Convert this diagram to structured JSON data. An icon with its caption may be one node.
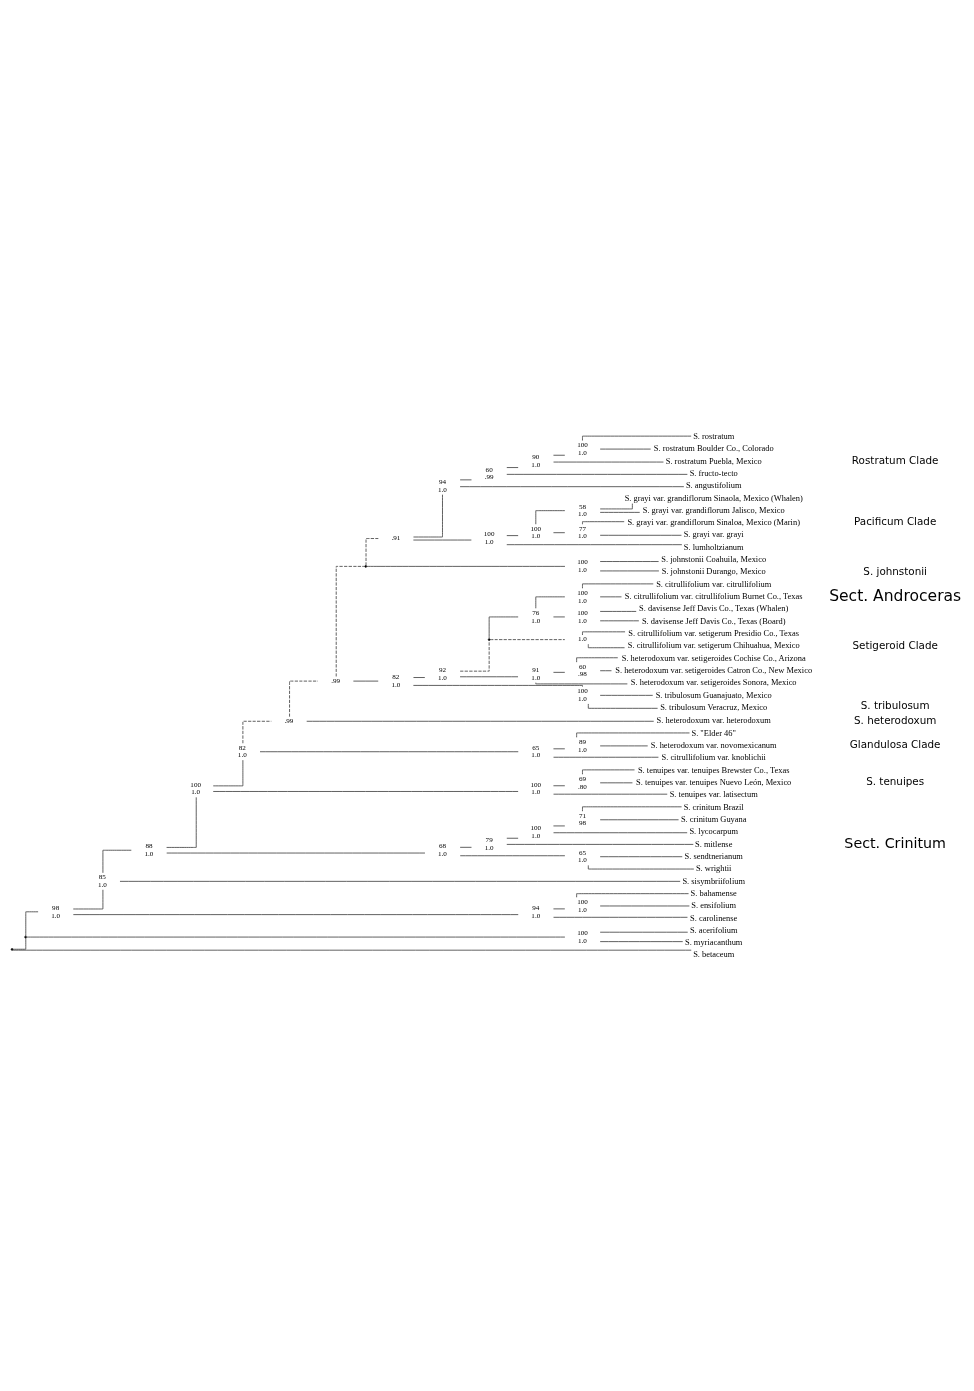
{
  "diagram": {
    "nodes": [
      {
        "text": [],
        "shape": "point"
      },
      {
        "text": [],
        "shape": "point"
      },
      {
        "text": [
          "98",
          "1.0"
        ]
      },
      {
        "text": [
          "85",
          "1.0"
        ]
      },
      {
        "text": [
          "88",
          "1.0"
        ]
      },
      {
        "text": [
          "100",
          "1.0"
        ]
      },
      {
        "text": [
          "82",
          "1.0"
        ]
      },
      {
        "text": [
          ".99"
        ]
      },
      {
        "text": [
          ".99"
        ]
      },
      {
        "text": [],
        "shape": "point"
      },
      {
        "text": [
          ".91"
        ]
      },
      {
        "text": [
          "94",
          "1.0"
        ]
      },
      {
        "text": [
          "60",
          ".99"
        ]
      },
      {
        "text": [
          "90",
          "1.0"
        ]
      },
      {
        "text": [
          "100",
          "1.0"
        ]
      },
      {
        "text": [
          "S. rostratum"
        ]
      },
      {
        "text": [
          "S. rostratum Boulder Co., Colorado"
        ]
      },
      {
        "text": [
          "S. rostratum Puebla, Mexico"
        ]
      },
      {
        "text": [
          "S. fructo-tecto"
        ]
      },
      {
        "text": [
          "S. angustifolium"
        ]
      },
      {
        "text": [
          "100",
          "1.0"
        ]
      },
      {
        "text": [
          "100",
          "1.0"
        ]
      },
      {
        "text": [
          "58",
          "1.0"
        ]
      },
      {
        "text": [
          "S. grayi var. grandiflorum Sinaola, Mexico (Whalen)"
        ]
      },
      {
        "text": [
          "S. grayi var. grandiflorum Jalisco, Mexico"
        ]
      },
      {
        "text": [
          "77",
          "1.0"
        ]
      },
      {
        "text": [
          "S. grayi var. grandiflorum Sinaloa, Mexico (Marin)"
        ]
      },
      {
        "text": [
          "S. grayi var. grayi"
        ]
      },
      {
        "text": [
          "S. lumholtzianum"
        ]
      },
      {
        "text": [
          "100",
          "1.0"
        ]
      },
      {
        "text": [
          "S. johnstonii Coahuila, Mexico"
        ]
      },
      {
        "text": [
          "S. johnstonii Durango, Mexico"
        ]
      },
      {
        "text": [
          "82",
          "1.0"
        ]
      },
      {
        "text": [
          "92",
          "1.0"
        ]
      },
      {
        "text": [],
        "shape": "point"
      },
      {
        "text": [
          "76",
          "1.0"
        ]
      },
      {
        "text": [
          "100",
          "1.0"
        ]
      },
      {
        "text": [
          "S. citrullifolium var. citrullifolium"
        ]
      },
      {
        "text": [
          "S. citrullifolium var. citrullifolium Burnet Co., Texas"
        ]
      },
      {
        "text": [
          "100",
          "1.0"
        ]
      },
      {
        "text": [
          "S. davisense Jeff Davis Co., Texas (Whalen)"
        ]
      },
      {
        "text": [
          "S. davisense Jeff Davis Co., Texas (Board)"
        ]
      },
      {
        "text": [
          "1.0"
        ]
      },
      {
        "text": [
          "S. citrullifolium var. setigerum Presidio Co., Texas"
        ]
      },
      {
        "text": [
          "S. citrullifolium var. setigerum Chihuahua, Mexico"
        ]
      },
      {
        "text": [
          "91",
          "1.0"
        ]
      },
      {
        "text": [
          "60",
          ".98"
        ]
      },
      {
        "text": [
          "S. heterodoxum var. setigeroides Cochise Co., Arizona"
        ]
      },
      {
        "text": [
          "S. heterodoxum var. setigeroides Catron Co., New Mexico"
        ]
      },
      {
        "text": [
          "S. heterodoxum var. setigeroides Sonora, Mexico"
        ]
      },
      {
        "text": [
          "100",
          "1.0"
        ]
      },
      {
        "text": [
          "S. tribulosum Guanajuato, Mexico"
        ]
      },
      {
        "text": [
          "S. tribulosum Veracruz, Mexico"
        ]
      },
      {
        "text": [
          "S. heterodoxum var. heterodoxum"
        ]
      },
      {
        "text": [
          "65",
          "1.0"
        ]
      },
      {
        "text": [
          "89",
          "1.0"
        ]
      },
      {
        "text": [
          "S. \"Elder 46\""
        ]
      },
      {
        "text": [
          "S. heterodoxum var. novomexicanum"
        ]
      },
      {
        "text": [
          "S. citrullifolium var. knoblichii"
        ]
      },
      {
        "text": [
          "100",
          "1.0"
        ]
      },
      {
        "text": [
          "69",
          ".80"
        ]
      },
      {
        "text": [
          "S. tenuipes var. tenuipes Brewster Co., Texas"
        ]
      },
      {
        "text": [
          "S. tenuipes var. tenuipes Nuevo León, Mexico"
        ]
      },
      {
        "text": [
          "S. tenuipes var. latisectum"
        ]
      },
      {
        "text": [
          "68",
          "1.0"
        ]
      },
      {
        "text": [
          "79",
          "1.0"
        ]
      },
      {
        "text": [
          "100",
          "1.0"
        ]
      },
      {
        "text": [
          "71",
          "98"
        ]
      },
      {
        "text": [
          "S. crinitum Brazil"
        ]
      },
      {
        "text": [
          "S. crinitum Guyana"
        ]
      },
      {
        "text": [
          "S. lycocarpum"
        ]
      },
      {
        "text": [
          "S. mitlense"
        ]
      },
      {
        "text": [
          "65",
          "1.0"
        ]
      },
      {
        "text": [
          "S. sendtnerianum"
        ]
      },
      {
        "text": [
          "S. wrightii"
        ]
      },
      {
        "text": [
          "S. sisymbriifolium"
        ]
      },
      {
        "text": [
          "94",
          "1.0"
        ]
      },
      {
        "text": [
          "100",
          "1.0"
        ]
      },
      {
        "text": [
          "S. bahamense"
        ]
      },
      {
        "text": [
          "S. ensifolium"
        ]
      },
      {
        "text": [
          "S. carolinense"
        ]
      },
      {
        "text": [
          "100",
          "1.0"
        ]
      },
      {
        "text": [
          "S. acerifolium"
        ]
      },
      {
        "text": [
          "S. myriacanthum"
        ]
      },
      {
        "text": [
          "S. betaceum"
        ]
      }
    ],
    "edges": [
      {
        "from": 0,
        "to": 1,
        "arrow": "none"
      },
      {
        "from": 0,
        "to": 84,
        "arrow": "none"
      },
      {
        "from": 1,
        "to": 2,
        "arrow": "none"
      },
      {
        "from": 1,
        "to": 81,
        "arrow": "none"
      },
      {
        "from": 2,
        "to": 3,
        "arrow": "none"
      },
      {
        "from": 2,
        "to": 76,
        "arrow": "none"
      },
      {
        "from": 3,
        "to": 4,
        "arrow": "none"
      },
      {
        "from": 3,
        "to": 75,
        "arrow": "none"
      },
      {
        "from": 4,
        "to": 5,
        "arrow": "none"
      },
      {
        "from": 4,
        "to": 64,
        "arrow": "none"
      },
      {
        "from": 5,
        "to": 6,
        "arrow": "none"
      },
      {
        "from": 5,
        "to": 59,
        "arrow": "none"
      },
      {
        "from": 6,
        "to": 7,
        "arrow": "none",
        "style": "dashed"
      },
      {
        "from": 6,
        "to": 54,
        "arrow": "none"
      },
      {
        "from": 7,
        "to": 8,
        "arrow": "none",
        "style": "dashed"
      },
      {
        "from": 7,
        "to": 53,
        "arrow": "none"
      },
      {
        "from": 8,
        "to": 9,
        "arrow": "none",
        "style": "dashed"
      },
      {
        "from": 8,
        "to": 32,
        "arrow": "none"
      },
      {
        "from": 9,
        "to": 10,
        "arrow": "none",
        "style": "dashed"
      },
      {
        "from": 9,
        "to": 29,
        "arrow": "none"
      },
      {
        "from": 10,
        "to": 11,
        "arrow": "none"
      },
      {
        "from": 10,
        "to": 20,
        "arrow": "none"
      },
      {
        "from": 11,
        "to": 12,
        "arrow": "none"
      },
      {
        "from": 11,
        "to": 19,
        "arrow": "none"
      },
      {
        "from": 12,
        "to": 13,
        "arrow": "none"
      },
      {
        "from": 12,
        "to": 18,
        "arrow": "none"
      },
      {
        "from": 13,
        "to": 14,
        "arrow": "none"
      },
      {
        "from": 13,
        "to": 17,
        "arrow": "none"
      },
      {
        "from": 14,
        "to": 15,
        "arrow": "none"
      },
      {
        "from": 14,
        "to": 16,
        "arrow": "none"
      },
      {
        "from": 20,
        "to": 21,
        "arrow": "none"
      },
      {
        "from": 20,
        "to": 28,
        "arrow": "none"
      },
      {
        "from": 21,
        "to": 22,
        "arrow": "none"
      },
      {
        "from": 21,
        "to": 25,
        "arrow": "none"
      },
      {
        "from": 22,
        "to": 23,
        "arrow": "none"
      },
      {
        "from": 22,
        "to": 24,
        "arrow": "none"
      },
      {
        "from": 25,
        "to": 26,
        "arrow": "none"
      },
      {
        "from": 25,
        "to": 27,
        "arrow": "none"
      },
      {
        "from": 29,
        "to": 30,
        "arrow": "none"
      },
      {
        "from": 29,
        "to": 31,
        "arrow": "none"
      },
      {
        "from": 32,
        "to": 33,
        "arrow": "none"
      },
      {
        "from": 32,
        "to": 50,
        "arrow": "none"
      },
      {
        "from": 33,
        "to": 34,
        "arrow": "none",
        "style": "dashed"
      },
      {
        "from": 33,
        "to": 45,
        "arrow": "none"
      },
      {
        "from": 34,
        "to": 35,
        "arrow": "none"
      },
      {
        "from": 34,
        "to": 42,
        "arrow": "none",
        "style": "dashed"
      },
      {
        "from": 35,
        "to": 36,
        "arrow": "none"
      },
      {
        "from": 35,
        "to": 39,
        "arrow": "none"
      },
      {
        "from": 36,
        "to": 37,
        "arrow": "none"
      },
      {
        "from": 36,
        "to": 38,
        "arrow": "none"
      },
      {
        "from": 39,
        "to": 40,
        "arrow": "none"
      },
      {
        "from": 39,
        "to": 41,
        "arrow": "none"
      },
      {
        "from": 42,
        "to": 43,
        "arrow": "none"
      },
      {
        "from": 42,
        "to": 44,
        "arrow": "none"
      },
      {
        "from": 45,
        "to": 46,
        "arrow": "none"
      },
      {
        "from": 45,
        "to": 49,
        "arrow": "none"
      },
      {
        "from": 46,
        "to": 47,
        "arrow": "none"
      },
      {
        "from": 46,
        "to": 48,
        "arrow": "none"
      },
      {
        "from": 50,
        "to": 51,
        "arrow": "none"
      },
      {
        "from": 50,
        "to": 52,
        "arrow": "none"
      },
      {
        "from": 54,
        "to": 55,
        "arrow": "none"
      },
      {
        "from": 54,
        "to": 58,
        "arrow": "none"
      },
      {
        "from": 55,
        "to": 56,
        "arrow": "none"
      },
      {
        "from": 55,
        "to": 57,
        "arrow": "none"
      },
      {
        "from": 59,
        "to": 60,
        "arrow": "none"
      },
      {
        "from": 59,
        "to": 63,
        "arrow": "none"
      },
      {
        "from": 60,
        "to": 61,
        "arrow": "none"
      },
      {
        "from": 60,
        "to": 62,
        "arrow": "none"
      },
      {
        "from": 64,
        "to": 65,
        "arrow": "none"
      },
      {
        "from": 64,
        "to": 72,
        "arrow": "none"
      },
      {
        "from": 65,
        "to": 66,
        "arrow": "none"
      },
      {
        "from": 65,
        "to": 71,
        "arrow": "none"
      },
      {
        "from": 66,
        "to": 67,
        "arrow": "none"
      },
      {
        "from": 66,
        "to": 70,
        "arrow": "none"
      },
      {
        "from": 67,
        "to": 68,
        "arrow": "none"
      },
      {
        "from": 67,
        "to": 69,
        "arrow": "none"
      },
      {
        "from": 72,
        "to": 73,
        "arrow": "none"
      },
      {
        "from": 72,
        "to": 74,
        "arrow": "none"
      },
      {
        "from": 76,
        "to": 77,
        "arrow": "none"
      },
      {
        "from": 76,
        "to": 80,
        "arrow": "none"
      },
      {
        "from": 77,
        "to": 78,
        "arrow": "none"
      },
      {
        "from": 77,
        "to": 79,
        "arrow": "none"
      },
      {
        "from": 81,
        "to": 82,
        "arrow": "none"
      },
      {
        "from": 81,
        "to": 83,
        "arrow": "none"
      }
    ],
    "labels": [
      "Rostratum Clade",
      "Pacificum Clade",
      "S. johnstonii",
      "Setigeroid Clade",
      "S. tribulosum",
      "S. heterodoxum",
      "Glandulosa Clade",
      "S. tenuipes",
      "Sect. Crinitum",
      "Sect. Androceras"
    ]
  }
}
